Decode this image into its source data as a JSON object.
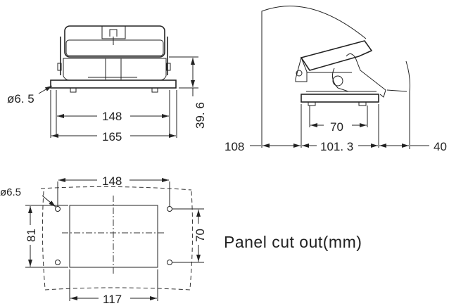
{
  "front_view": {
    "hole_label": "ø6. 5",
    "hole_spacing": "148",
    "overall_width": "165",
    "height": "39. 6"
  },
  "side_view": {
    "foot_spacing": "70",
    "left_clearance": "108",
    "body_depth": "101. 3",
    "right_clearance": "40"
  },
  "panel_cutout": {
    "hole_label": "ø6.5",
    "hole_spacing_x": "148",
    "hole_spacing_y": "70",
    "cutout_height": "81",
    "cutout_width": "117",
    "caption": "Panel cut out(mm)"
  }
}
